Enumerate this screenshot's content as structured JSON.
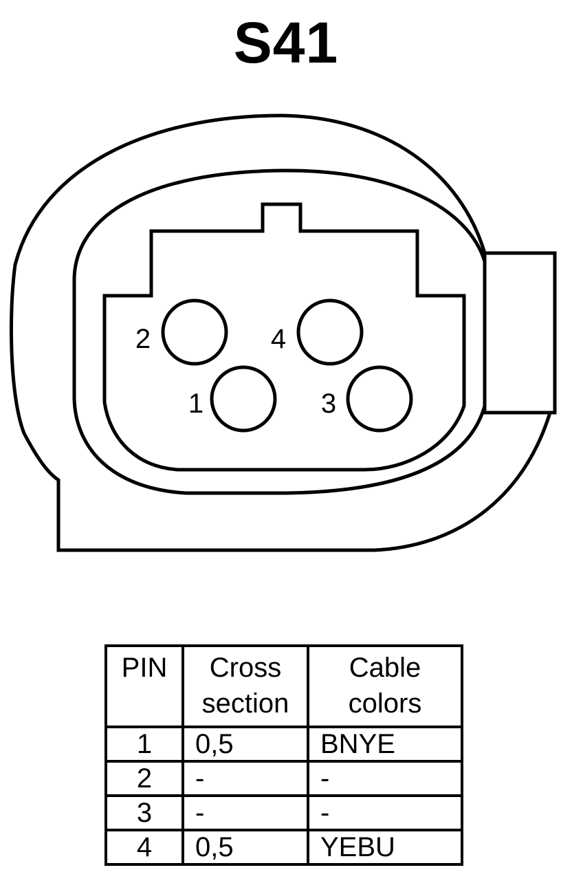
{
  "title": "S41",
  "connector": {
    "pin_labels": [
      "2",
      "4",
      "1",
      "3"
    ]
  },
  "table": {
    "headers": {
      "pin": "PIN",
      "cross_section": [
        "Cross",
        "section"
      ],
      "cable_colors": [
        "Cable",
        "colors"
      ]
    },
    "rows": [
      {
        "pin": "1",
        "cross_section": "0,5",
        "color": "BNYE"
      },
      {
        "pin": "2",
        "cross_section": "-",
        "color": "-"
      },
      {
        "pin": "3",
        "cross_section": "-",
        "color": "-"
      },
      {
        "pin": "4",
        "cross_section": "0,5",
        "color": "YEBU"
      }
    ]
  }
}
